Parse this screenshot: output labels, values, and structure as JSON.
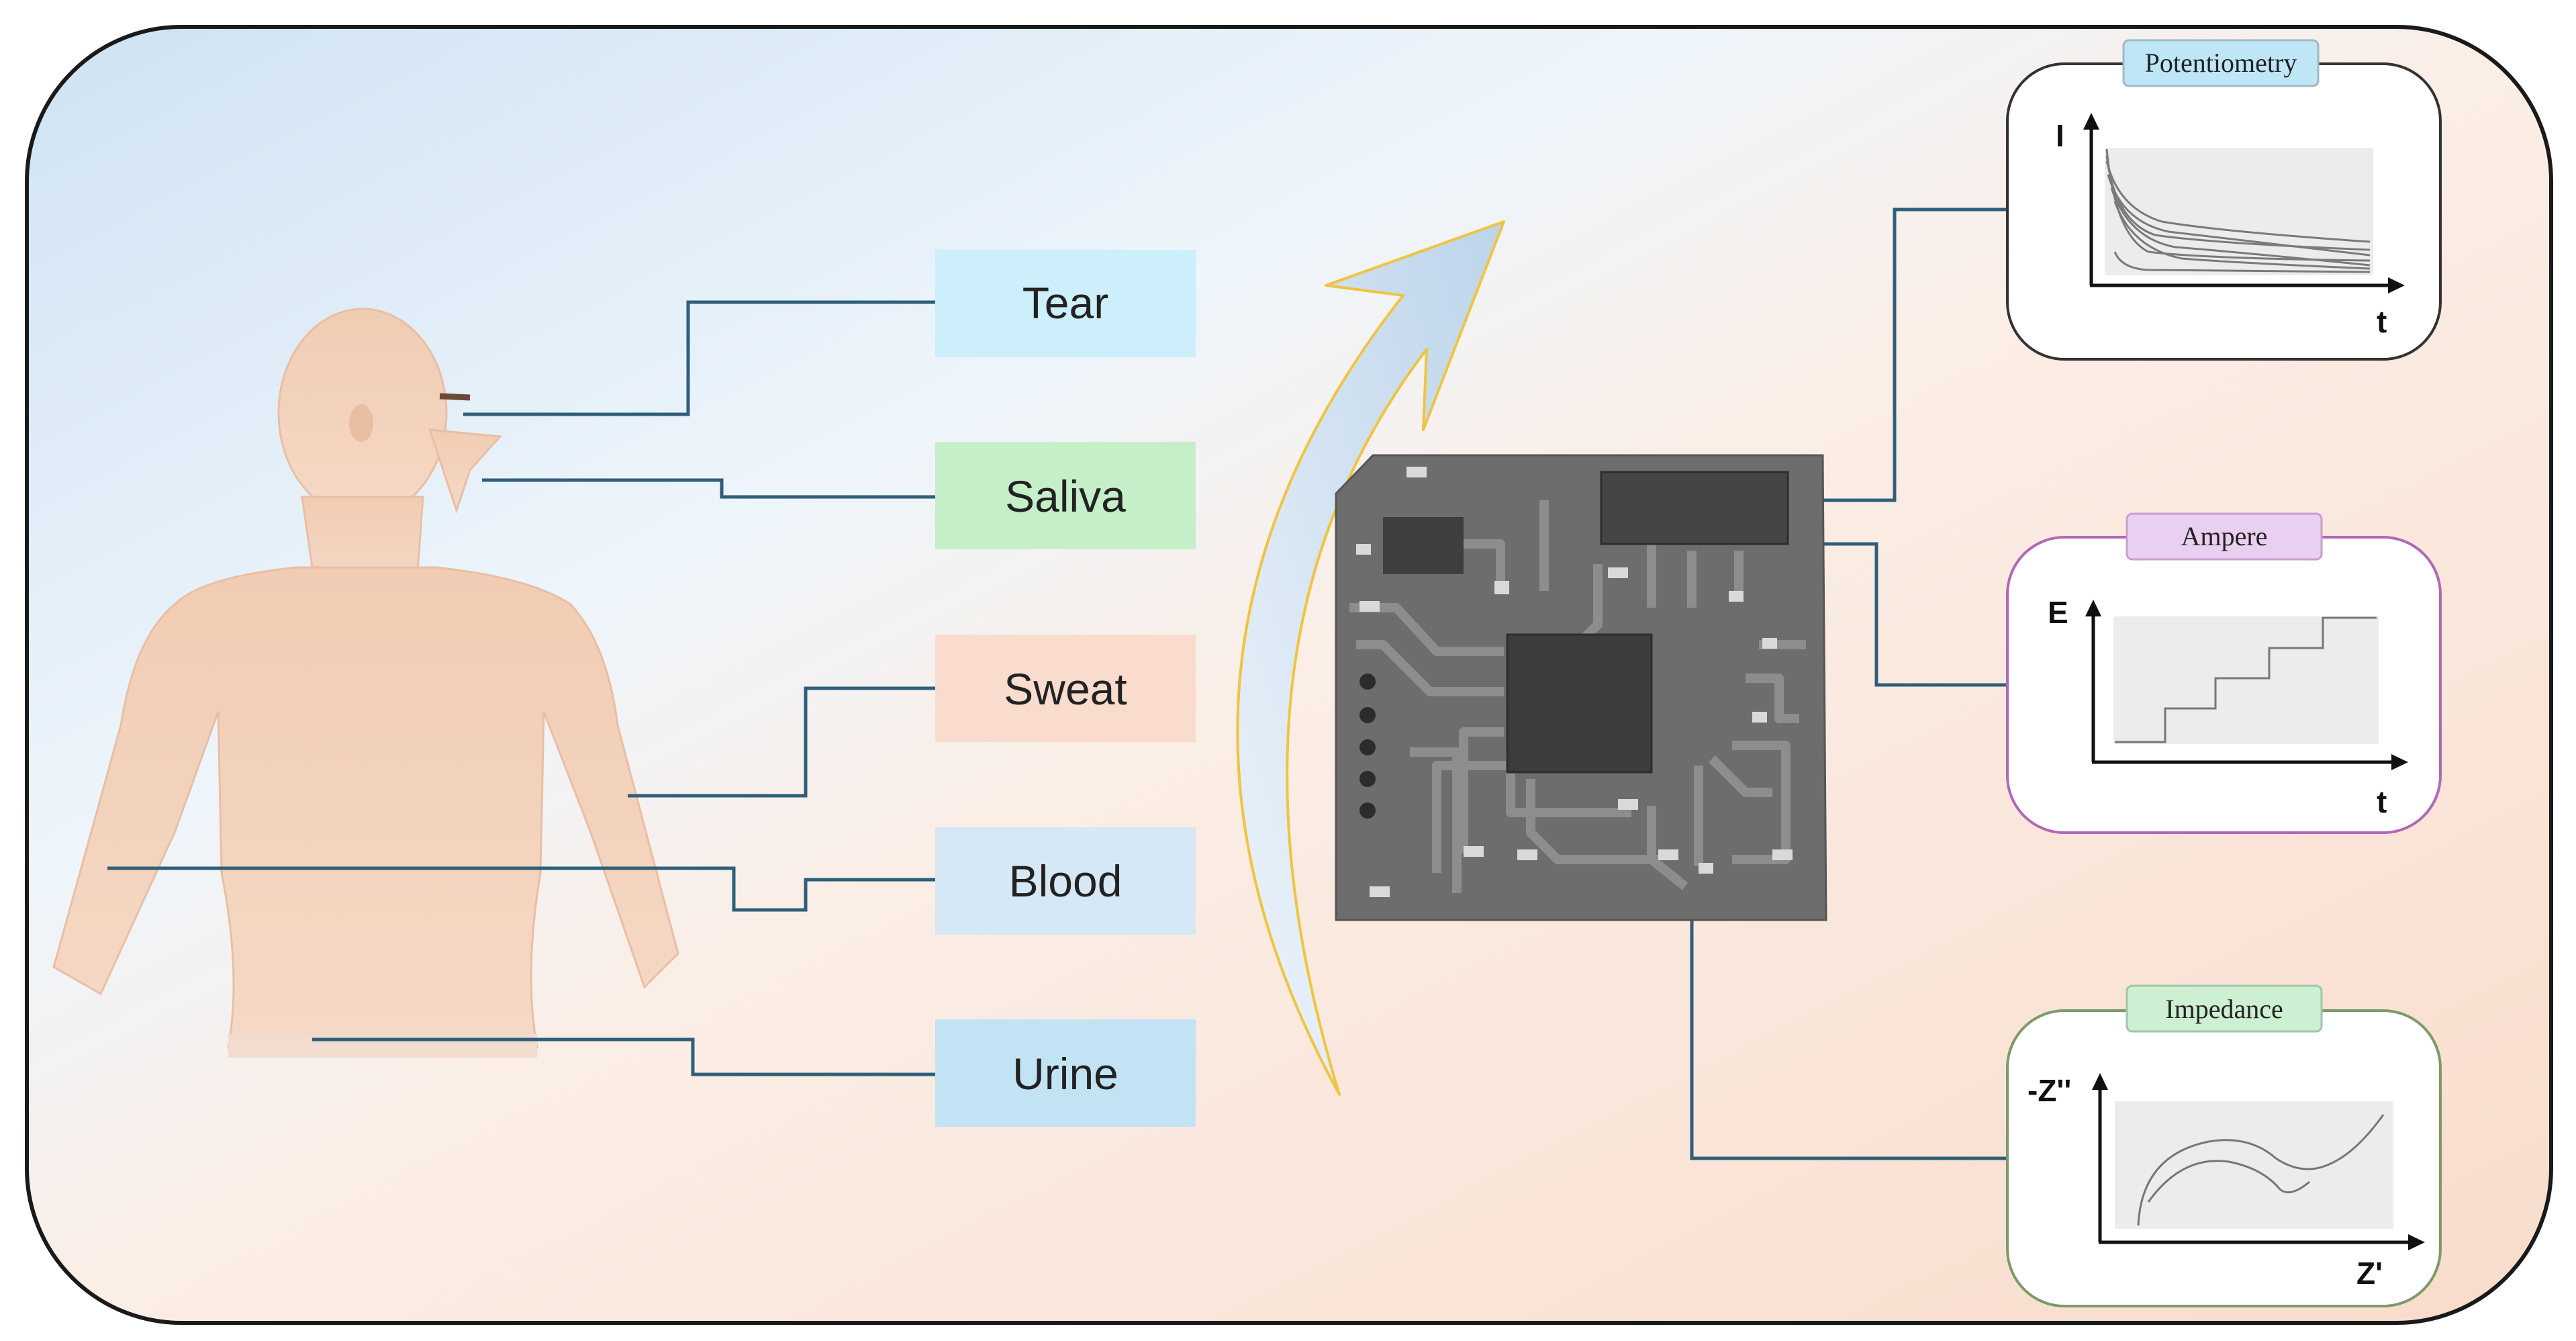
{
  "fluids": [
    {
      "label": "Tear",
      "color": "#cdeefb"
    },
    {
      "label": "Saliva",
      "color": "#c4efc9"
    },
    {
      "label": "Sweat",
      "color": "#f9dccd"
    },
    {
      "label": "Blood",
      "color": "#d6e8f5"
    },
    {
      "label": "Urine",
      "color": "#c2e3f3"
    }
  ],
  "methods": {
    "potentiometry": {
      "title": "Potentiometry",
      "tag_color": "#bfe6f6",
      "y_label": "I",
      "x_label": "t"
    },
    "ampere": {
      "title": "Ampere",
      "tag_color": "#ead0f0",
      "y_label": "E",
      "x_label": "t"
    },
    "impedance": {
      "title": "Impedance",
      "tag_color": "#cdefd2",
      "y_label": "-Z''",
      "x_label": "Z'"
    }
  },
  "colors": {
    "connector_line": "#2e5f7a",
    "frame": "#1a1a1a",
    "skin": "#f2cdb4",
    "chip": "#6d6d6d",
    "arrow_fill": "#c9ddee",
    "arrow_outline": "#f0c440"
  },
  "icons": [
    "human-body-icon",
    "circuit-board-icon",
    "curved-arrow-icon"
  ]
}
